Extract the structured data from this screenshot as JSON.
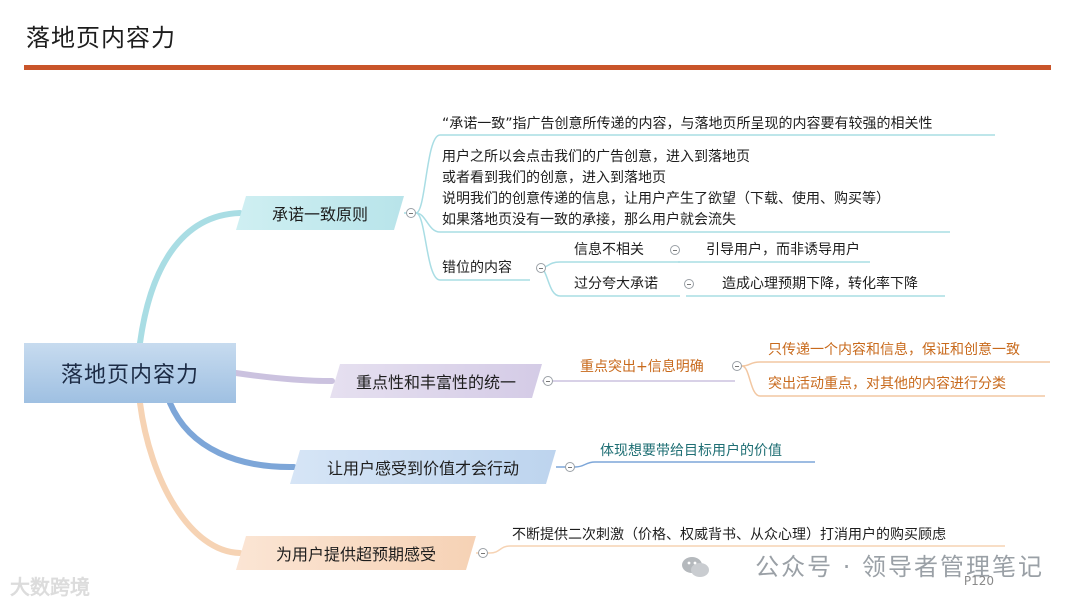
{
  "header": {
    "title": "落地页内容力"
  },
  "mindmap": {
    "root": "落地页内容力",
    "branch1": {
      "label": "承诺一致原则",
      "note1": "“承诺一致”指广告创意所传递的内容，与落地页所呈现的内容要有较强的相关性",
      "note2_lines": [
        "用户之所以会点击我们的广告创意，进入到落地页",
        "或者看到我们的创意，进入到落地页",
        "说明我们的创意传递的信息，让用户产生了欲望（下载、使用、购买等）",
        "如果落地页没有一致的承接，那么用户就会流失"
      ],
      "sub": {
        "label": "错位的内容",
        "items": [
          {
            "label": "信息不相关",
            "detail": "引导用户，而非诱导用户"
          },
          {
            "label": "过分夸大承诺",
            "detail": "造成心理预期下降，转化率下降"
          }
        ]
      }
    },
    "branch2": {
      "label": "重点性和丰富性的统一",
      "sub_label": "重点突出+信息明确",
      "items": [
        "只传递一个内容和信息，保证和创意一致",
        "突出活动重点，对其他的内容进行分类"
      ]
    },
    "branch3": {
      "label": "让用户感受到价值才会行动",
      "child": "体现想要带给目标用户的价值"
    },
    "branch4": {
      "label": "为用户提供超预期感受",
      "child": "不断提供二次刺激（价格、权威背书、从众心理）打消用户的购买顾虑"
    }
  },
  "footer": {
    "watermark": "公众号 · 领导者管理笔记",
    "page_number": "P120",
    "logo_text": "大数跨境"
  }
}
